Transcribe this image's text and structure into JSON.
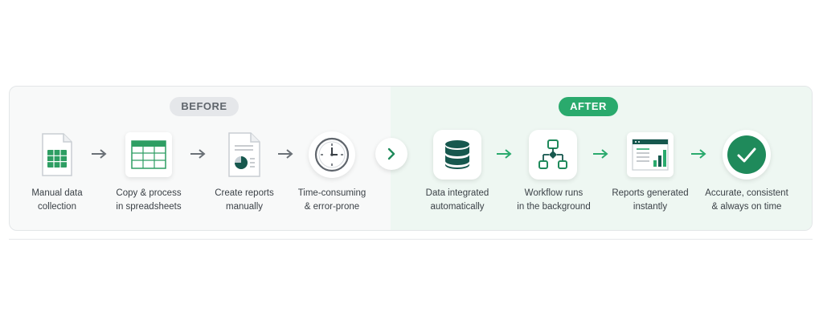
{
  "before": {
    "label": "BEFORE",
    "steps": [
      {
        "line1": "Manual data",
        "line2": "collection",
        "icon": "document-table-icon"
      },
      {
        "line1": "Copy & process",
        "line2": "in spreadsheets",
        "icon": "spreadsheet-icon"
      },
      {
        "line1": "Create reports",
        "line2": "manually",
        "icon": "report-pie-icon"
      },
      {
        "line1": "Time-consuming",
        "line2": "& error-prone",
        "icon": "clock-icon"
      }
    ]
  },
  "after": {
    "label": "AFTER",
    "steps": [
      {
        "line1": "Data integrated",
        "line2": "automatically",
        "icon": "database-icon"
      },
      {
        "line1": "Workflow runs",
        "line2": "in the background",
        "icon": "workflow-icon"
      },
      {
        "line1": "Reports generated",
        "line2": "instantly",
        "icon": "dashboard-chart-icon"
      },
      {
        "line1": "Accurate, consistent",
        "line2": "& always on time",
        "icon": "check-circle-icon"
      }
    ]
  },
  "colors": {
    "accent": "#1f8a5b",
    "after_pill": "#2aaa6d",
    "dark_teal": "#17584e",
    "before_arrow": "#6b7177",
    "after_arrow": "#2aaa6d"
  }
}
